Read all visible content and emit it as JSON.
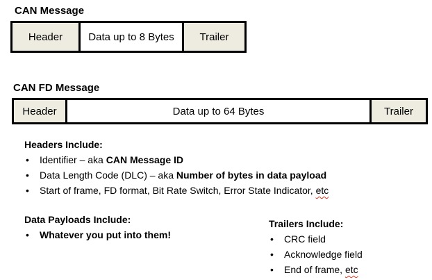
{
  "diagram": {
    "can_message": {
      "title": "CAN Message",
      "cells": [
        {
          "label": "Header",
          "fill": "beige"
        },
        {
          "label": "Data up to 8 Bytes",
          "fill": "white"
        },
        {
          "label": "Trailer",
          "fill": "beige"
        }
      ]
    },
    "can_fd_message": {
      "title": "CAN FD Message",
      "cells": [
        {
          "label": "Header",
          "fill": "beige"
        },
        {
          "label": "Data up to 64 Bytes",
          "fill": "white"
        },
        {
          "label": "Trailer",
          "fill": "beige"
        }
      ]
    }
  },
  "notes": {
    "headers": {
      "title": "Headers Include:",
      "bullets": [
        [
          {
            "t": "Identifier – aka ",
            "b": false
          },
          {
            "t": "CAN Message ID",
            "b": true
          }
        ],
        [
          {
            "t": "Data Length Code (DLC) – aka ",
            "b": false
          },
          {
            "t": "Number of bytes in data payload",
            "b": true
          }
        ],
        [
          {
            "t": "Start of frame, FD format, Bit Rate Switch, Error State Indicator, ",
            "b": false
          },
          {
            "t": "etc",
            "b": false,
            "sq": true
          }
        ]
      ]
    },
    "payloads": {
      "title": "Data Payloads Include:",
      "bullets": [
        [
          {
            "t": "Whatever you put into them!",
            "b": true
          }
        ]
      ]
    },
    "trailers": {
      "title": "Trailers Include:",
      "bullets": [
        [
          {
            "t": "CRC field",
            "b": false
          }
        ],
        [
          {
            "t": "Acknowledge field",
            "b": false
          }
        ],
        [
          {
            "t": "End of frame, ",
            "b": false
          },
          {
            "t": "etc",
            "b": false,
            "sq": true
          }
        ]
      ]
    }
  },
  "colors": {
    "box_fill_beige": "#EEECE1",
    "box_fill_white": "#FFFFFF",
    "box_border": "#000000",
    "text": "#000000",
    "squiggle_red": "#E2341F"
  }
}
